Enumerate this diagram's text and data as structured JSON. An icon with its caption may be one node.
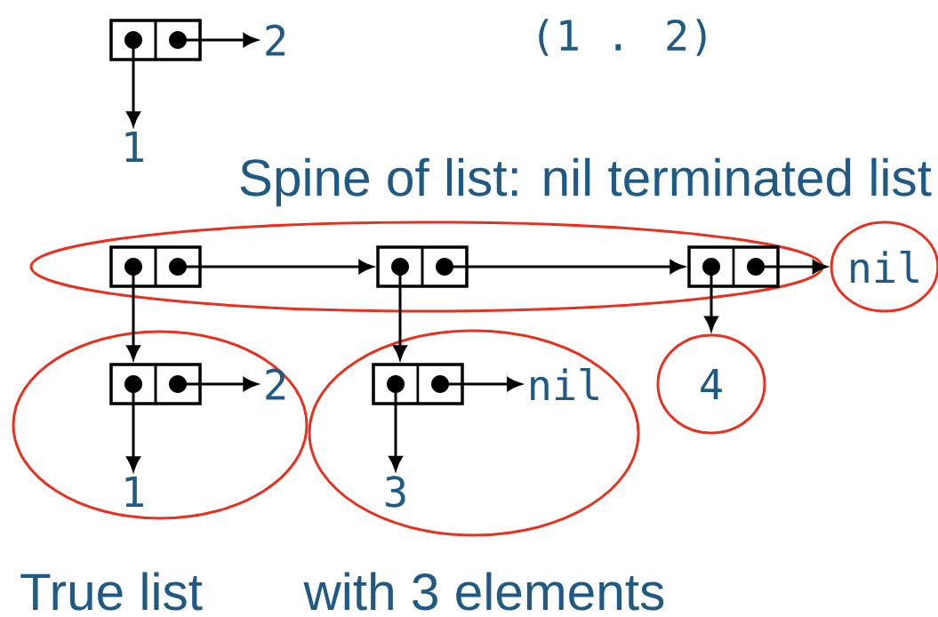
{
  "diagram": {
    "nodes": [
      {
        "text": [],
        "shape": "box"
      },
      {
        "text": [
          "2"
        ]
      },
      {
        "text": [
          "1"
        ]
      },
      {
        "text": [],
        "shape": "ellipse"
      },
      {
        "text": [],
        "shape": "box",
        "in": 3
      },
      {
        "text": [],
        "shape": "box",
        "in": 3
      },
      {
        "text": [],
        "shape": "box",
        "in": 3
      },
      {
        "text": [
          "nil"
        ]
      },
      {
        "text": [],
        "shape": "ellipse"
      },
      {
        "text": [],
        "shape": "box",
        "in": 8
      },
      {
        "text": [
          "2"
        ],
        "in": 8
      },
      {
        "text": [
          "1"
        ],
        "in": 8
      },
      {
        "text": [],
        "shape": "ellipse"
      },
      {
        "text": [],
        "shape": "box",
        "in": 12
      },
      {
        "text": [
          "nil"
        ],
        "in": 12
      },
      {
        "text": [
          "3"
        ],
        "in": 12
      },
      {
        "text": [
          "4"
        ]
      }
    ],
    "edges": [
      {
        "from": 0,
        "to": 1,
        "arrow": "to"
      },
      {
        "from": 0,
        "to": 2,
        "arrow": "to"
      },
      {
        "from": 4,
        "to": 5,
        "arrow": "to"
      },
      {
        "from": 5,
        "to": 6,
        "arrow": "to"
      },
      {
        "from": 6,
        "to": 7,
        "arrow": "to"
      },
      {
        "from": 4,
        "to": 9,
        "arrow": "to"
      },
      {
        "from": 5,
        "to": 13,
        "arrow": "to"
      },
      {
        "from": 6,
        "to": 16,
        "arrow": "to"
      },
      {
        "from": 9,
        "to": 10,
        "arrow": "to"
      },
      {
        "from": 9,
        "to": 11,
        "arrow": "to"
      },
      {
        "from": 13,
        "to": 14,
        "arrow": "to"
      },
      {
        "from": 13,
        "to": 15,
        "arrow": "to"
      }
    ],
    "labels": [
      "(1 . 2)",
      "Spine of list: nil terminated list",
      "True list",
      "with 3 elements"
    ]
  }
}
